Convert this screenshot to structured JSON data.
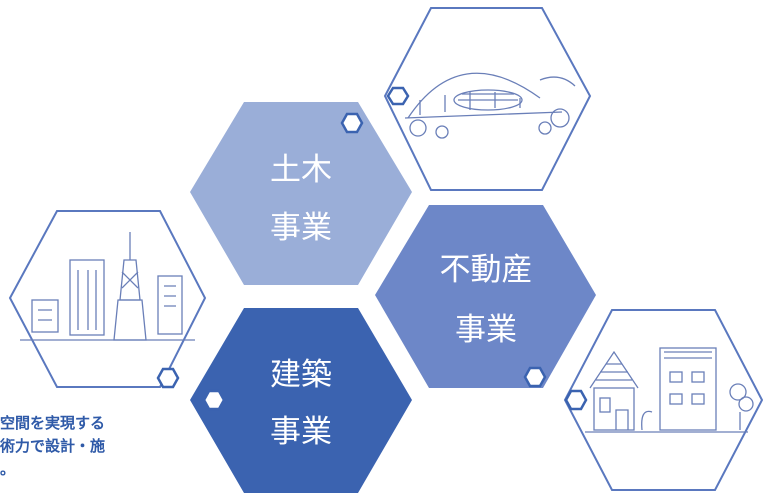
{
  "colors": {
    "civil_fill": "#9aaed8",
    "realestate_fill": "#6d87c8",
    "architecture_fill": "#3b63b0",
    "outline": "#5a78bf",
    "sketch": "#6a7fb8"
  },
  "hexagons": {
    "civil": {
      "line1": "土木",
      "line2": "事業"
    },
    "realestate": {
      "line1": "不動産",
      "line2": "事業"
    },
    "architecture": {
      "line1": "建築",
      "line2": "事業"
    }
  },
  "illustrations": {
    "bridge": "bridge-sketch",
    "city": "city-tower-sketch",
    "houses": "houses-sketch"
  },
  "caption": {
    "line1": "空間を実現する",
    "line2": "術力で設計・施",
    "line3": "。"
  }
}
